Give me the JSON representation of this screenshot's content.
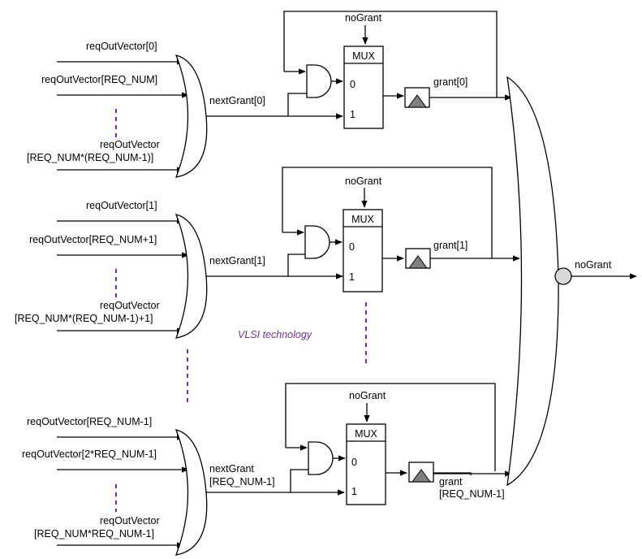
{
  "labels": {
    "in0a": "reqOutVector[0]",
    "in0b": "reqOutVector[REQ_NUM]",
    "in0c1": "reqOutVector",
    "in0c2": "[REQ_NUM*(REQ_NUM-1)]",
    "in1a": "reqOutVector[1]",
    "in1b": "reqOutVector[REQ_NUM+1]",
    "in1c1": "reqOutVector",
    "in1c2": "[REQ_NUM*(REQ_NUM-1)+1]",
    "in2a": "reqOutVector[REQ_NUM-1]",
    "in2b": "reqOutVector[2*REQ_NUM-1]",
    "in2c1": "reqOutVector",
    "in2c2": "[REQ_NUM*REQ_NUM-1]",
    "next0": "nextGrant[0]",
    "next1": "nextGrant[1]",
    "next2a": "nextGrant",
    "next2b": "[REQ_NUM-1]",
    "nogrant": "noGrant",
    "mux": "MUX",
    "sel0": "0",
    "sel1": "1",
    "grant0": "grant[0]",
    "grant1": "grant[1]",
    "grant2a": "grant",
    "grant2b": "[REQ_NUM-1]",
    "nogrant_out": "noGrant",
    "watermark": "VLSI technology"
  },
  "colors": {
    "dashes": "#7030a0",
    "watermark": "#7030a0",
    "inverter_bubble": "#d9d9d9",
    "flipflop_triangle": "#808080"
  }
}
